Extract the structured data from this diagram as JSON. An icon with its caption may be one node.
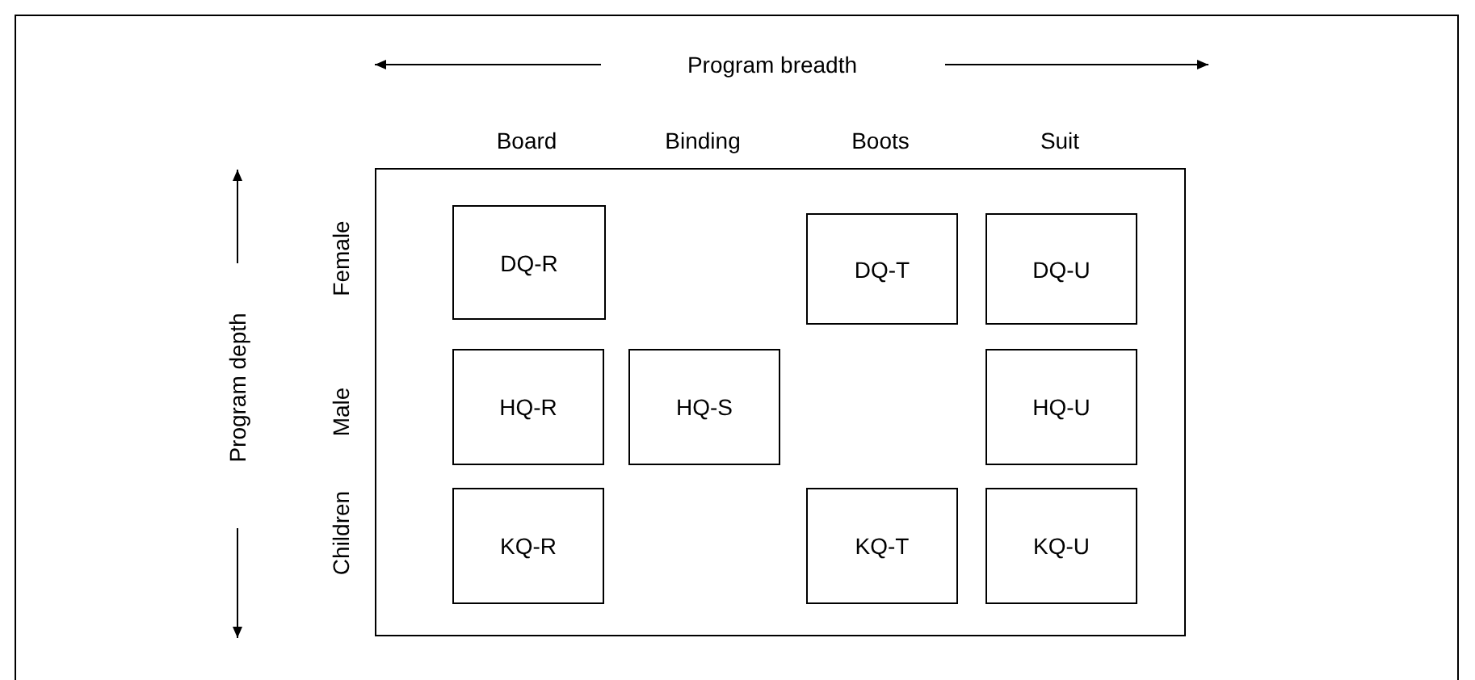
{
  "diagram": {
    "nodes": [
      {
        "text": [],
        "shape": "box"
      },
      {
        "text": [
          "DQ-R"
        ],
        "in": 0
      },
      {
        "text": [
          "DQ-T"
        ],
        "in": 0
      },
      {
        "text": [
          "DQ-U"
        ],
        "in": 0
      },
      {
        "text": [
          "HQ-R"
        ],
        "in": 0
      },
      {
        "text": [
          "HQ-S"
        ],
        "in": 0
      },
      {
        "text": [
          "HQ-U"
        ],
        "in": 0
      },
      {
        "text": [
          "KQ-R"
        ],
        "in": 0
      },
      {
        "text": [
          "KQ-T"
        ],
        "in": 0
      },
      {
        "text": [
          "KQ-U"
        ],
        "in": 0
      }
    ],
    "edges": [],
    "labels": [
      "Program breadth",
      "Board",
      "Binding",
      "Boots",
      "Suit",
      "Female",
      "Program depth",
      "Male",
      "Children"
    ]
  }
}
